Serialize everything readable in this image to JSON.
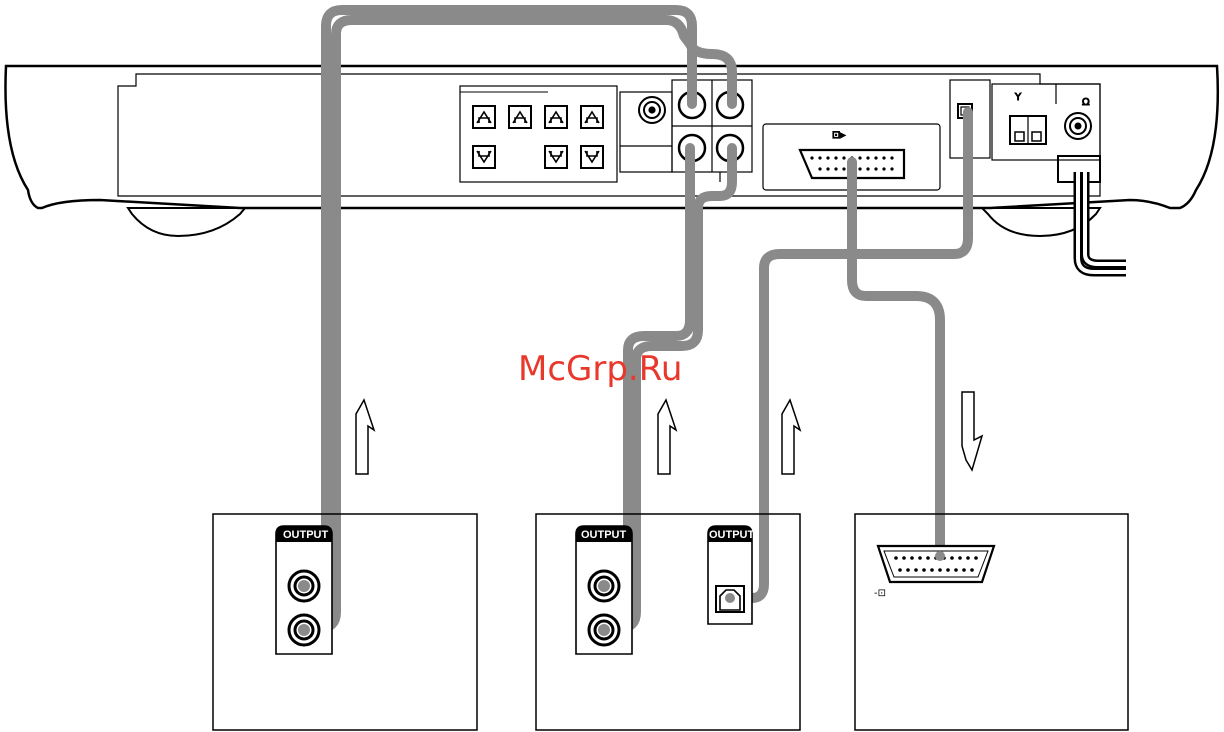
{
  "watermark": "McGrp.Ru",
  "symbols": {
    "antenna": "Y",
    "ohm": "Ω",
    "scart_out": "⊡▸",
    "scart_in": "-⊡"
  },
  "devices": [
    {
      "id": "left-device",
      "labels": [
        "OUTPUT"
      ]
    },
    {
      "id": "middle-device",
      "labels": [
        "OUTPUT",
        "OUTPUT"
      ]
    },
    {
      "id": "right-device",
      "labels": []
    }
  ],
  "arrows": [
    {
      "id": "arrow-1",
      "direction": "up"
    },
    {
      "id": "arrow-2",
      "direction": "up"
    },
    {
      "id": "arrow-3",
      "direction": "up"
    },
    {
      "id": "arrow-4",
      "direction": "down"
    }
  ],
  "colors": {
    "cable": "#8a8a8a",
    "outline": "#000000",
    "watermark": "#e8382c"
  }
}
